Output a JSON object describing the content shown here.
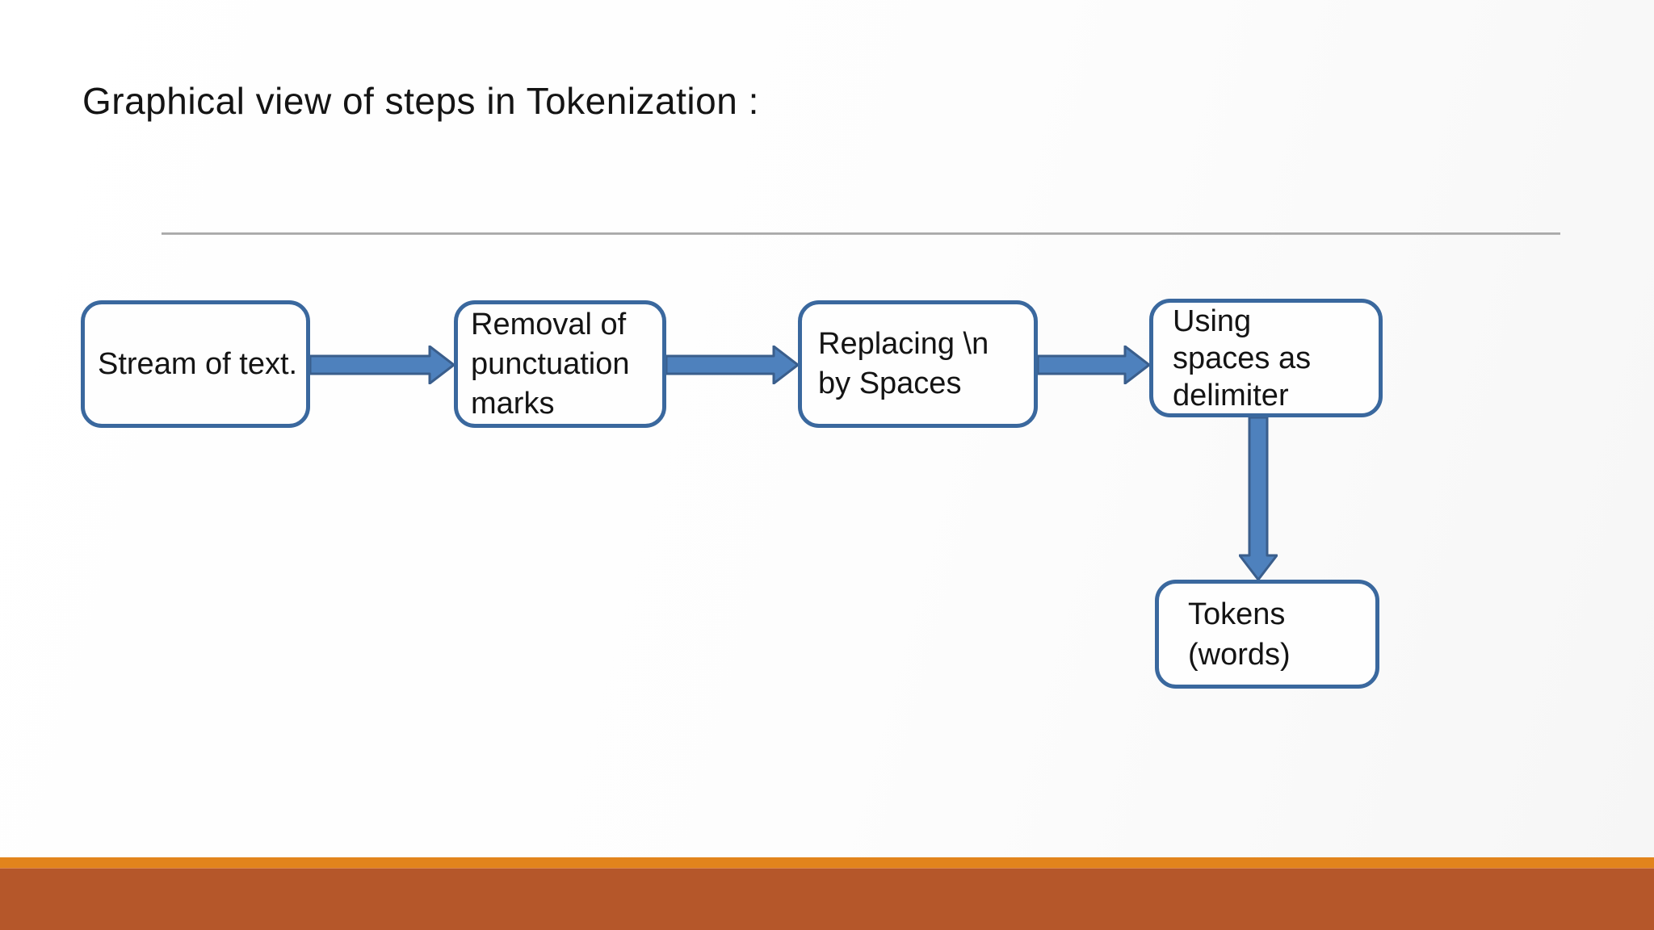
{
  "slide": {
    "title": "Graphical view of steps in Tokenization :"
  },
  "diagram": {
    "type": "flowchart",
    "boxes": [
      {
        "id": "stream-of-text",
        "label": "Stream of text."
      },
      {
        "id": "removal-of-punctuation",
        "label": "Removal of punctuation marks"
      },
      {
        "id": "replacing-newline",
        "label": "Replacing \\n by Spaces"
      },
      {
        "id": "using-spaces-delimiter",
        "label": "Using spaces as delimiter"
      },
      {
        "id": "tokens-words",
        "label": "Tokens (words)"
      }
    ],
    "connectors": [
      {
        "from": "stream-of-text",
        "to": "removal-of-punctuation",
        "direction": "right"
      },
      {
        "from": "removal-of-punctuation",
        "to": "replacing-newline",
        "direction": "right"
      },
      {
        "from": "replacing-newline",
        "to": "using-spaces-delimiter",
        "direction": "right"
      },
      {
        "from": "using-spaces-delimiter",
        "to": "tokens-words",
        "direction": "down"
      }
    ],
    "colors": {
      "box_border": "#3a689e",
      "arrow_fill": "#4e81bd",
      "arrow_stroke": "#3a5e8c",
      "divider": "#a8a8a8",
      "footer_stripe": "#e2841c",
      "footer_band": "#b5572a",
      "text": "#141414"
    }
  }
}
